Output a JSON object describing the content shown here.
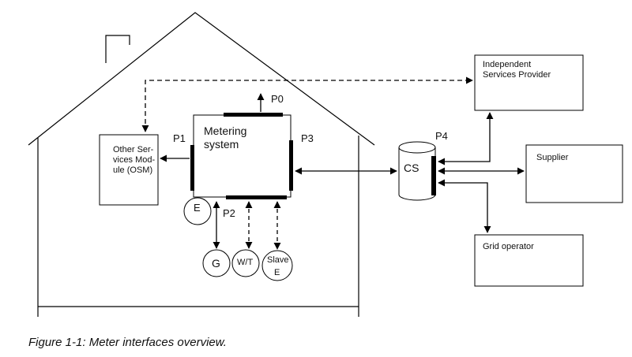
{
  "diagram": {
    "ports": {
      "p0": "P0",
      "p1": "P1",
      "p2": "P2",
      "p3": "P3",
      "p4": "P4"
    },
    "metering_system": [
      "Metering",
      "system"
    ],
    "osm": [
      "Other Ser-",
      "vices Mod-",
      "ule (OSM)"
    ],
    "central_system": "CS",
    "isp": [
      "Independent",
      "Services Provider"
    ],
    "supplier": "Supplier",
    "grid_operator": "Grid operator",
    "meters": {
      "e_meter": "E",
      "gas": "G",
      "water_thermal": "W/T",
      "slave": "Slave",
      "slave_sub": "E"
    }
  },
  "caption": "Figure 1-1: Meter interfaces overview."
}
